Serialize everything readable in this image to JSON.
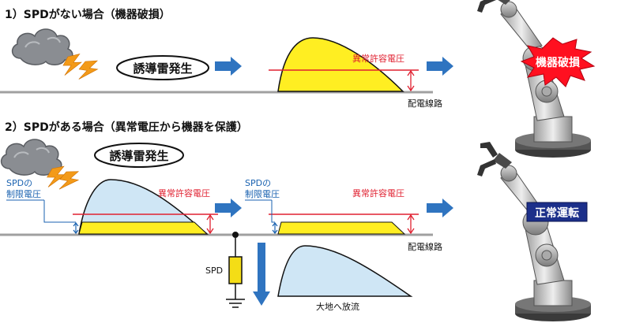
{
  "sections": {
    "s1": {
      "heading": "1）SPDがない場合（機器破損）"
    },
    "s2": {
      "heading": "2）SPDがある場合（異常電圧から機器を保護）"
    }
  },
  "labels": {
    "surge": "誘導雷発生",
    "allowable_voltage": "異常許容電圧",
    "wiring": "配電線路",
    "spd_limit_line1": "SPDの",
    "spd_limit_line2": "制限電圧",
    "spd": "SPD",
    "discharge": "大地へ放流",
    "damaged": "機器破損",
    "normal": "正常運転"
  },
  "colors": {
    "surge_fill": "#ffee22",
    "limited_fill": "#cfe6f5",
    "limit_line": "#e02030",
    "arrow": "#2f74c0",
    "spd_label": "#1a62b0",
    "burst_fill": "#ff1020",
    "normal_badge": "#1c2f8a",
    "wire": "#a0a0a0",
    "spd_body": "#f4dd16"
  },
  "icons": [
    "thunder-cloud-icon",
    "lightning-bolt-icon",
    "robot-arm-icon",
    "ground-symbol-icon"
  ]
}
